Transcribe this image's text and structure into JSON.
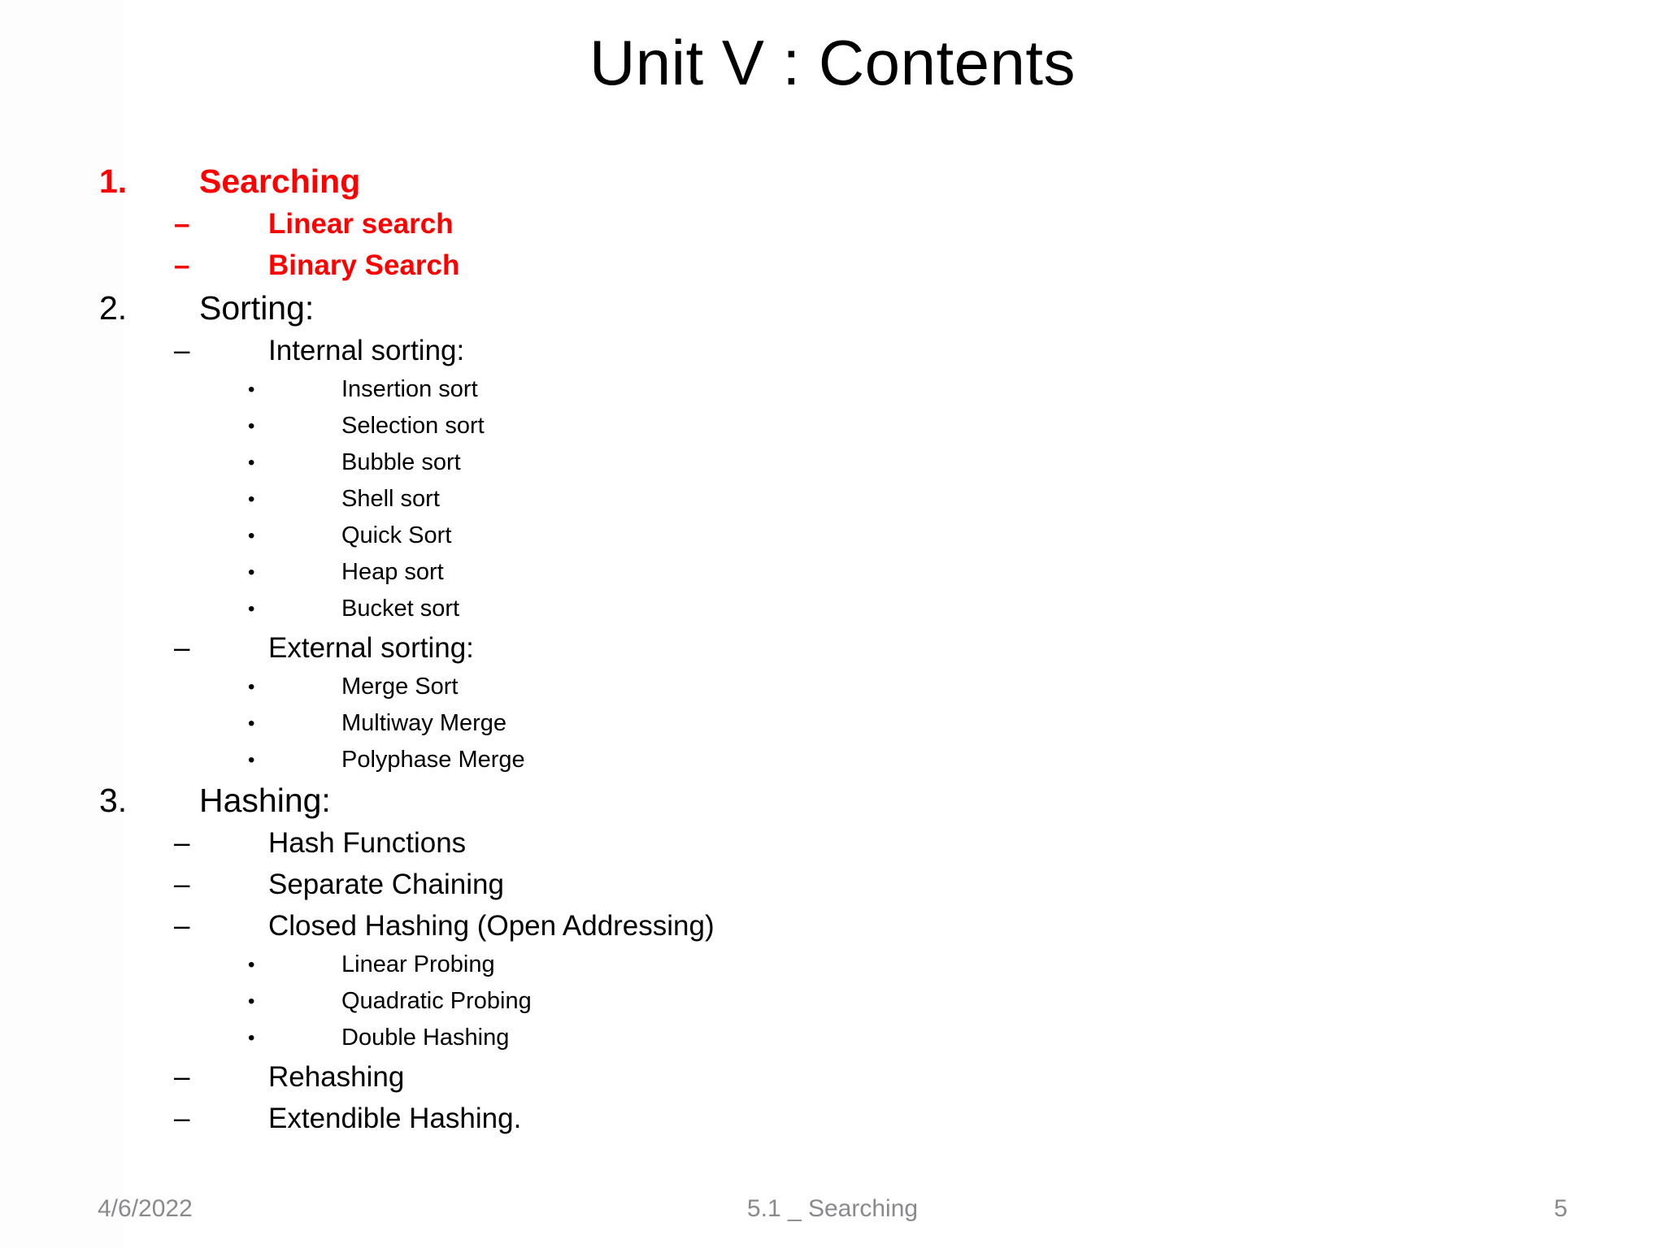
{
  "slide": {
    "title": "Unit V : Contents",
    "background_color": "#ffffff",
    "accent_color": "#ff0000",
    "text_color": "#000000",
    "footer_color": "#8a8a8e"
  },
  "outline": {
    "item1": {
      "number": "1.",
      "label": "Searching",
      "dash": "–",
      "sub1": "Linear search",
      "sub2": "Binary Search"
    },
    "item2": {
      "number": "2.",
      "label": "Sorting:",
      "dash": "–",
      "bullet": "•",
      "internal": {
        "label": "Internal sorting:",
        "items": [
          "Insertion sort",
          "Selection sort",
          "Bubble sort",
          "Shell sort",
          "Quick Sort",
          "Heap sort",
          "Bucket sort"
        ]
      },
      "external": {
        "label": "External sorting:",
        "items": [
          "Merge Sort",
          "Multiway Merge",
          "Polyphase Merge"
        ]
      }
    },
    "item3": {
      "number": "3.",
      "label": "Hashing:",
      "dash": "–",
      "bullet": "•",
      "sub1": "Hash Functions",
      "sub2": "Separate Chaining",
      "sub3": "Closed Hashing (Open Addressing)",
      "probing": [
        "Linear Probing",
        "Quadratic Probing",
        "Double Hashing"
      ],
      "sub4": "Rehashing",
      "sub5": "Extendible Hashing."
    }
  },
  "footer": {
    "date": "4/6/2022",
    "center": "5.1 _ Searching",
    "page": "5"
  }
}
